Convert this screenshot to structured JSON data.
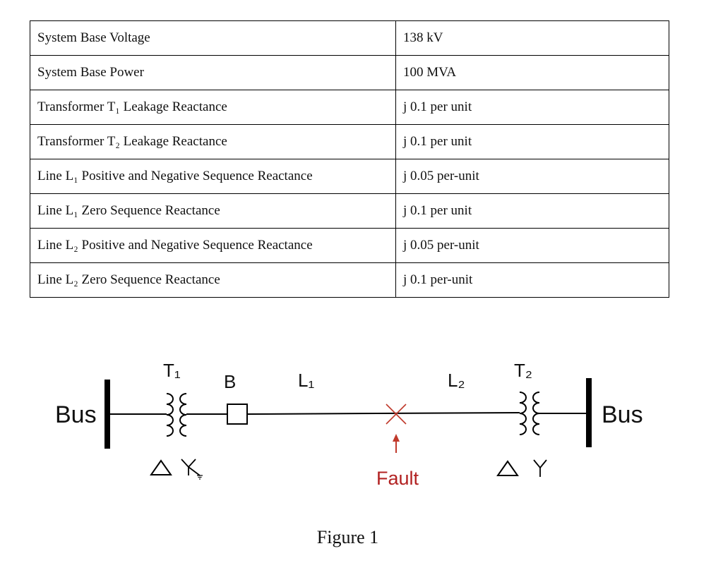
{
  "table": {
    "rows": [
      {
        "param": "System Base Voltage",
        "value": "138 kV"
      },
      {
        "param": "System Base Power",
        "value": "100 MVA"
      },
      {
        "param": "Transformer T₁ Leakage Reactance",
        "value": "j 0.1 per unit"
      },
      {
        "param": "Transformer T₂ Leakage Reactance",
        "value": "j 0.1 per unit"
      },
      {
        "param": "Line L₁ Positive and Negative Sequence Reactance",
        "value": "j 0.05 per-unit"
      },
      {
        "param": "Line L₁ Zero Sequence Reactance",
        "value": "j 0.1 per unit"
      },
      {
        "param": "Line L₂ Positive and Negative Sequence Reactance",
        "value": "j 0.05 per-unit"
      },
      {
        "param": "Line L₂ Zero Sequence Reactance",
        "value": "j 0.1 per-unit"
      }
    ]
  },
  "diagram": {
    "bus_left_label": "Bus",
    "bus_right_label": "Bus",
    "t1_label": "T₁",
    "t2_label": "T₂",
    "breaker_label": "B",
    "l1_label": "L₁",
    "l2_label": "L₂",
    "fault_label": "Fault",
    "fault_color": "#b22222",
    "line_color": "#000000"
  },
  "caption": "Figure 1"
}
